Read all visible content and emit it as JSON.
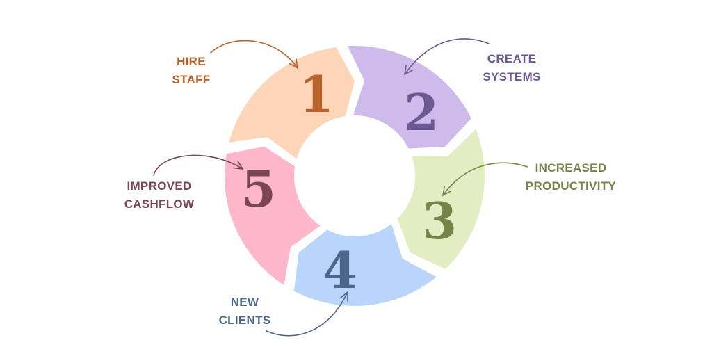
{
  "diagram": {
    "type": "cycle",
    "steps": [
      {
        "number": "1",
        "label_lines": [
          "HIRE",
          "STAFF"
        ],
        "fill": "#fdd5b9",
        "text_color": "#b9632c"
      },
      {
        "number": "2",
        "label_lines": [
          "CREATE",
          "SYSTEMS"
        ],
        "fill": "#cfbbeb",
        "text_color": "#6c5893"
      },
      {
        "number": "3",
        "label_lines": [
          "INCREASED",
          "PRODUCTIVITY"
        ],
        "fill": "#e2edc3",
        "text_color": "#768348"
      },
      {
        "number": "4",
        "label_lines": [
          "NEW",
          "CLIENTS"
        ],
        "fill": "#bad5fb",
        "text_color": "#4e6689"
      },
      {
        "number": "5",
        "label_lines": [
          "IMPROVED",
          "CASHFLOW"
        ],
        "fill": "#fdb6ca",
        "text_color": "#7a4655"
      }
    ]
  }
}
